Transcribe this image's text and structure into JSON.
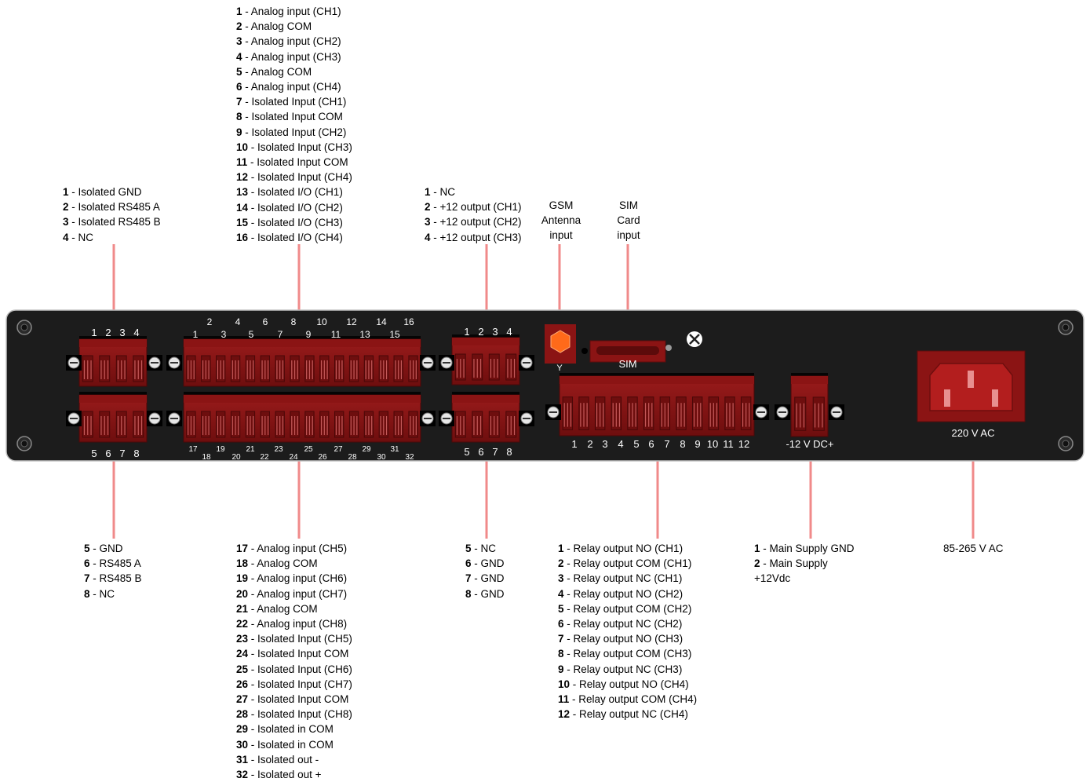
{
  "colors": {
    "panel": "#1c1c1c",
    "connector": "#8b1414",
    "connector_dark": "#5c0b0b",
    "leader": "#f08a8a",
    "gsm_body": "#ff6a1a",
    "power_socket": "#b31e1e"
  },
  "legends": {
    "iso_rs485": [
      {
        "n": "1",
        "t": "Isolated GND"
      },
      {
        "n": "2",
        "t": "Isolated RS485 A"
      },
      {
        "n": "3",
        "t": "Isolated RS485 B"
      },
      {
        "n": "4",
        "t": "NC"
      }
    ],
    "io_top": [
      {
        "n": "1",
        "t": "Analog input (CH1)"
      },
      {
        "n": "2",
        "t": "Analog COM"
      },
      {
        "n": "3",
        "t": "Analog input (CH2)"
      },
      {
        "n": "4",
        "t": "Analog input (CH3)"
      },
      {
        "n": "5",
        "t": "Analog COM"
      },
      {
        "n": "6",
        "t": "Analog input (CH4)"
      },
      {
        "n": "7",
        "t": "Isolated Input (CH1)"
      },
      {
        "n": "8",
        "t": "Isolated Input COM"
      },
      {
        "n": "9",
        "t": "Isolated Input (CH2)"
      },
      {
        "n": "10",
        "t": "Isolated Input (CH3)"
      },
      {
        "n": "11",
        "t": "Isolated Input COM"
      },
      {
        "n": "12",
        "t": "Isolated Input (CH4)"
      },
      {
        "n": "13",
        "t": "Isolated I/O (CH1)"
      },
      {
        "n": "14",
        "t": "Isolated I/O (CH2)"
      },
      {
        "n": "15",
        "t": "Isolated I/O (CH3)"
      },
      {
        "n": "16",
        "t": "Isolated I/O (CH4)"
      }
    ],
    "out12": [
      {
        "n": "1",
        "t": "NC"
      },
      {
        "n": "2",
        "t": "+12 output (CH1)"
      },
      {
        "n": "3",
        "t": "+12 output (CH2)"
      },
      {
        "n": "4",
        "t": "+12 output (CH3)"
      }
    ],
    "gsm_label": [
      "GSM",
      "Antenna",
      "input"
    ],
    "sim_label": [
      "SIM",
      "Card",
      "input"
    ],
    "rs485": [
      {
        "n": "5",
        "t": "GND"
      },
      {
        "n": "6",
        "t": "RS485 A"
      },
      {
        "n": "7",
        "t": "RS485 B"
      },
      {
        "n": "8",
        "t": "NC"
      }
    ],
    "io_bottom": [
      {
        "n": "17",
        "t": "Analog input (CH5)"
      },
      {
        "n": "18",
        "t": "Analog COM"
      },
      {
        "n": "19",
        "t": "Analog input (CH6)"
      },
      {
        "n": "20",
        "t": "Analog input (CH7)"
      },
      {
        "n": "21",
        "t": "Analog COM"
      },
      {
        "n": "22",
        "t": "Analog input (CH8)"
      },
      {
        "n": "23",
        "t": "Isolated Input (CH5)"
      },
      {
        "n": "24",
        "t": "Isolated Input COM"
      },
      {
        "n": "25",
        "t": "Isolated Input (CH6)"
      },
      {
        "n": "26",
        "t": "Isolated Input (CH7)"
      },
      {
        "n": "27",
        "t": "Isolated Input COM"
      },
      {
        "n": "28",
        "t": "Isolated Input (CH8)"
      },
      {
        "n": "29",
        "t": "Isolated in COM"
      },
      {
        "n": "30",
        "t": "Isolated in COM"
      },
      {
        "n": "31",
        "t": "Isolated out -"
      },
      {
        "n": "32",
        "t": "Isolated out +"
      }
    ],
    "gnd": [
      {
        "n": "5",
        "t": "NC"
      },
      {
        "n": "6",
        "t": "GND"
      },
      {
        "n": "7",
        "t": "GND"
      },
      {
        "n": "8",
        "t": "GND"
      }
    ],
    "relay": [
      {
        "n": "1",
        "t": "Relay output NO (CH1)"
      },
      {
        "n": "2",
        "t": "Relay output COM (CH1)"
      },
      {
        "n": "3",
        "t": "Relay output NC (CH1)"
      },
      {
        "n": "4",
        "t": "Relay output NO (CH2)"
      },
      {
        "n": "5",
        "t": "Relay output COM (CH2)"
      },
      {
        "n": "6",
        "t": "Relay output NC (CH2)"
      },
      {
        "n": "7",
        "t": "Relay output NO (CH3)"
      },
      {
        "n": "8",
        "t": "Relay output COM (CH3)"
      },
      {
        "n": "9",
        "t": "Relay output NC (CH3)"
      },
      {
        "n": "10",
        "t": "Relay output NO (CH4)"
      },
      {
        "n": "11",
        "t": "Relay output COM (CH4)"
      },
      {
        "n": "12",
        "t": "Relay output NC (CH4)"
      }
    ],
    "supply": [
      {
        "n": "1",
        "t": "Main Supply GND"
      },
      {
        "n": "2",
        "t": "Main Supply"
      },
      {
        "n": "",
        "t": "+12Vdc"
      }
    ],
    "ac_range": "85-265 V AC"
  },
  "panel_labels": {
    "sim": "SIM",
    "dc": "-12 V DC+",
    "ac": "220 V AC",
    "antenna_symbol": "Y"
  },
  "pin_numbers": {
    "c1_top": [
      "1",
      "2",
      "3",
      "4"
    ],
    "c1_bottom": [
      "5",
      "6",
      "7",
      "8"
    ],
    "io_top_even": [
      "2",
      "4",
      "6",
      "8",
      "10",
      "12",
      "14",
      "16"
    ],
    "io_top_odd": [
      "1",
      "3",
      "5",
      "7",
      "9",
      "11",
      "13",
      "15"
    ],
    "io_bottom_odd": [
      "17",
      "19",
      "21",
      "23",
      "25",
      "27",
      "29",
      "31"
    ],
    "io_bottom_even": [
      "18",
      "20",
      "22",
      "24",
      "26",
      "28",
      "30",
      "32"
    ],
    "c3_top": [
      "1",
      "2",
      "3",
      "4"
    ],
    "c3_bottom": [
      "5",
      "6",
      "7",
      "8"
    ],
    "relay": [
      "1",
      "2",
      "3",
      "4",
      "5",
      "6",
      "7",
      "8",
      "9",
      "10",
      "11",
      "12"
    ]
  }
}
